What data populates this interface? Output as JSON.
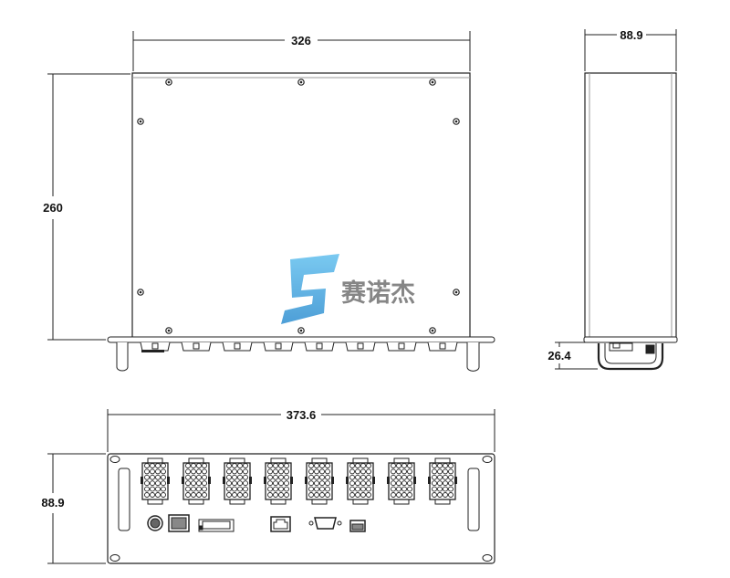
{
  "dimensions": {
    "top_width": "326",
    "top_depth": "260",
    "side_width": "88.9",
    "side_foot_height": "26.4",
    "front_width": "373.6",
    "front_height": "88.9"
  },
  "logo": {
    "text": "赛诺杰",
    "colors": [
      "#5bb8ec",
      "#2f8fd0"
    ]
  },
  "front_panel": {
    "connector_count": 8
  },
  "colors": {
    "line": "#222222",
    "fill": "#ffffff"
  }
}
